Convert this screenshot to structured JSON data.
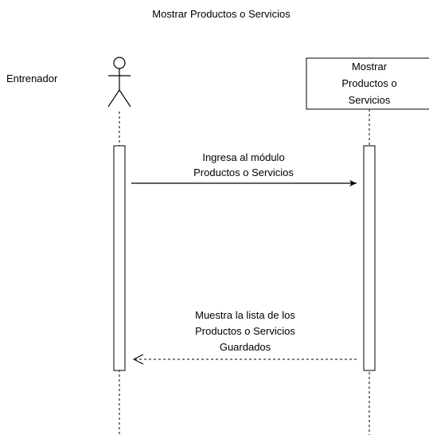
{
  "diagram": {
    "title": "Mostrar Productos o Servicios",
    "actor": {
      "label": "Entrenador"
    },
    "object": {
      "label_lines": [
        "Mostrar",
        "Productos o",
        "Servicios"
      ]
    },
    "messages": [
      {
        "label_lines": [
          "Ingresa al módulo",
          "Productos o Servicios"
        ],
        "style": "solid"
      },
      {
        "label_lines": [
          "Muestra la lista de los",
          "Productos o Servicios",
          "Guardados"
        ],
        "style": "dashed-return"
      }
    ]
  }
}
